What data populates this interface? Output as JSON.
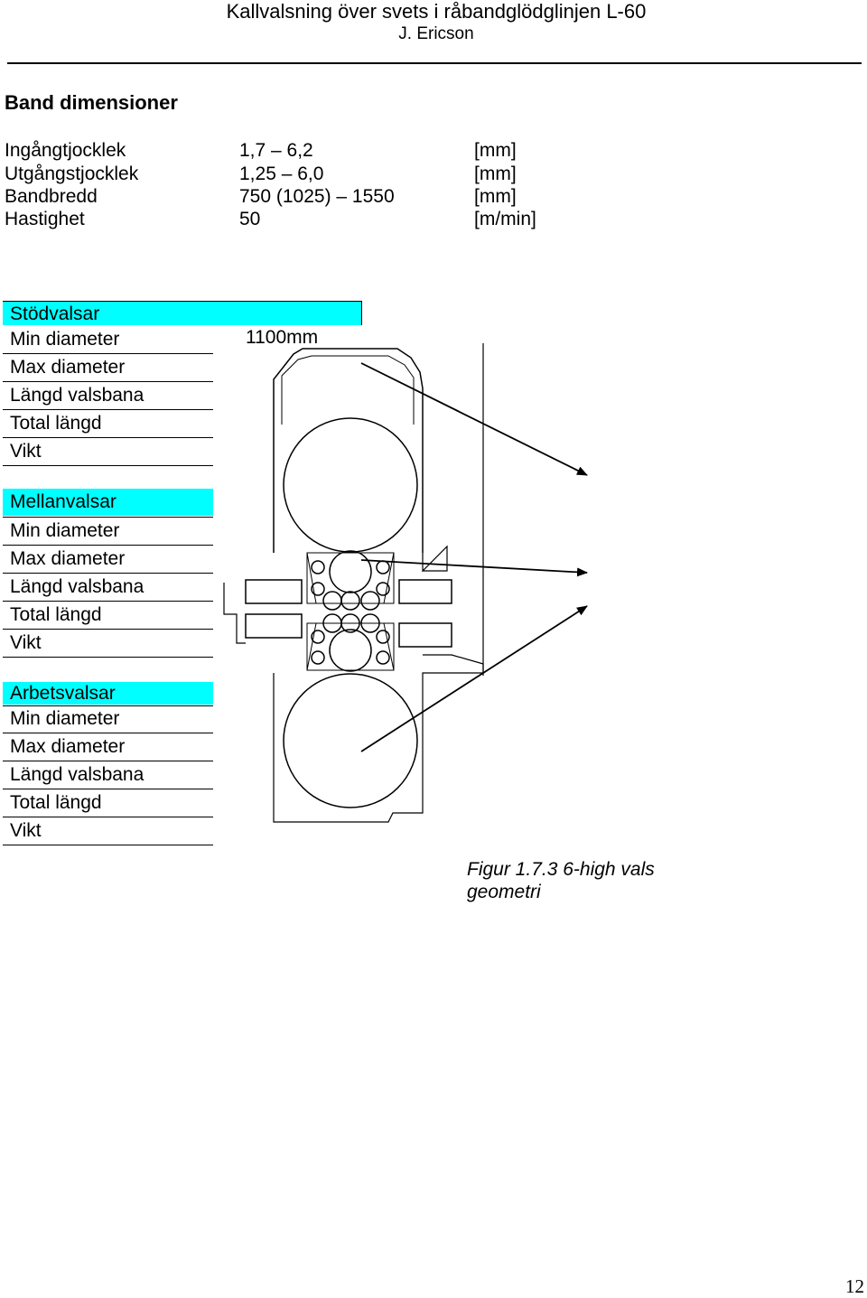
{
  "header": {
    "title": "Kallvalsning över svets i råbandglödglinjen L-60",
    "author": "J. Ericson"
  },
  "section_title": "Band dimensioner",
  "specs": [
    {
      "label": "Ingångtjocklek",
      "value": "1,7 – 6,2",
      "unit": "[mm]"
    },
    {
      "label": "Utgångstjocklek",
      "value": "1,25 – 6,0",
      "unit": "[mm]"
    },
    {
      "label": "Bandbredd",
      "value": "750 (1025) – 1550",
      "unit": "[mm]"
    },
    {
      "label": "Hastighet",
      "value": "50",
      "unit": "[m/min]"
    }
  ],
  "tables": {
    "stodvalsar": {
      "header": "Stödvalsar",
      "rows": [
        "Min diameter",
        "Max diameter",
        "Längd valsbana",
        "Total längd",
        "Vikt"
      ],
      "min_diameter_value": "1100mm"
    },
    "mellanvalsar": {
      "header": "Mellanvalsar",
      "rows": [
        "Min diameter",
        "Max diameter",
        "Längd valsbana",
        "Total längd",
        "Vikt"
      ]
    },
    "arbetsvalsar": {
      "header": "Arbetsvalsar",
      "rows": [
        "Min diameter",
        "Max diameter",
        "Längd valsbana",
        "Total längd",
        "Vikt"
      ]
    }
  },
  "figure_caption": "Figur 1.7.3 6-high vals geometri",
  "page_number": "12",
  "colors": {
    "highlight": "#00ffff"
  }
}
